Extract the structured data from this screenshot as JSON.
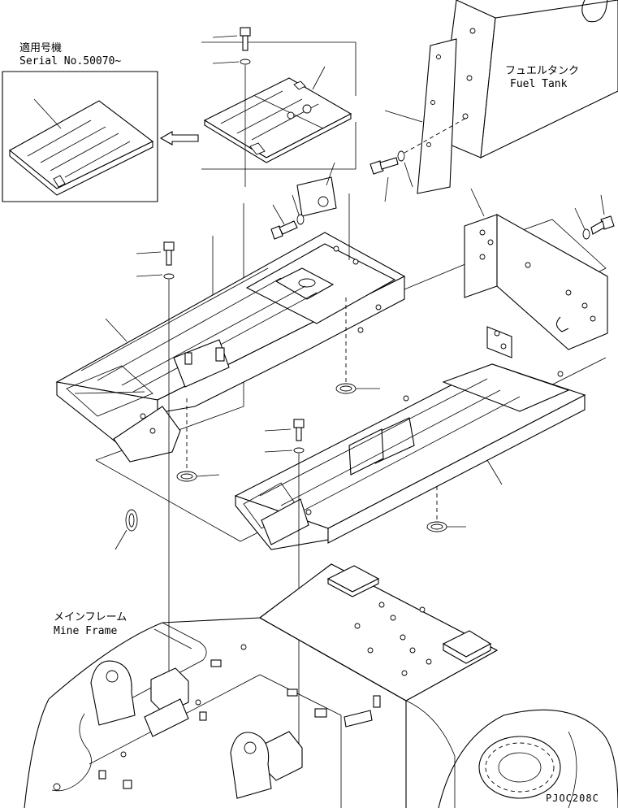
{
  "labels": {
    "serial_jp": "適用号機",
    "serial_en": "Serial No.50070~",
    "fuel_tank_jp": "フュエルタンク",
    "fuel_tank_en": "Fuel Tank",
    "main_frame_jp": "メインフレーム",
    "main_frame_en": "Mine Frame",
    "drawing_code": "PJOC208C"
  },
  "colors": {
    "line": "#000000",
    "background": "#ffffff"
  }
}
